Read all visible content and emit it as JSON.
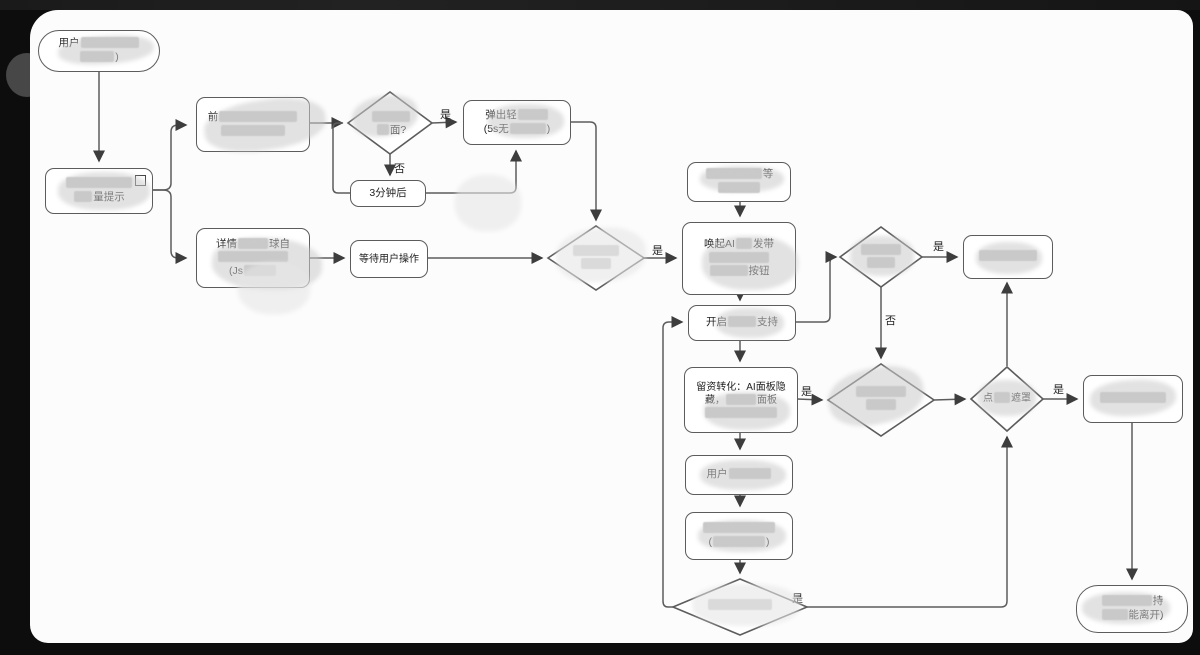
{
  "labels": {
    "yes": "是",
    "no": "否"
  },
  "nodes": {
    "start": {
      "l1a": "用户",
      "l2b": ")"
    },
    "traffic": {
      "l2b": "量提示"
    },
    "front": {
      "l1a": "前"
    },
    "d1": {
      "l2b": "面?"
    },
    "popup": {
      "l1a": "弹出轻",
      "l2a": "(5s无",
      "l2b": ")"
    },
    "wait3": {
      "t": "3分钟后"
    },
    "detail": {
      "l1a": "详情",
      "l1b": "球自",
      "l3a": "(Js"
    },
    "waitop": {
      "t": "等待用户操作"
    },
    "topright": {
      "l1b": "等"
    },
    "awaken": {
      "l1a": "唤起AI",
      "l1b": "发带",
      "l3b": "按钮"
    },
    "enable": {
      "l1a": "开启",
      "l1b": "支持"
    },
    "retention": {
      "l1a": "留资转化：AI面板隐",
      "l2a": "藏，",
      "l2b": "面板"
    },
    "user": {
      "l1a": "用户"
    },
    "paren": {
      "l2a": "(",
      "l2b": ")"
    },
    "pdiamond": {
      "l1a": "点",
      "l1b": "遮罩"
    },
    "endst": {
      "l1b": "持",
      "l2b": "能离开)"
    }
  }
}
